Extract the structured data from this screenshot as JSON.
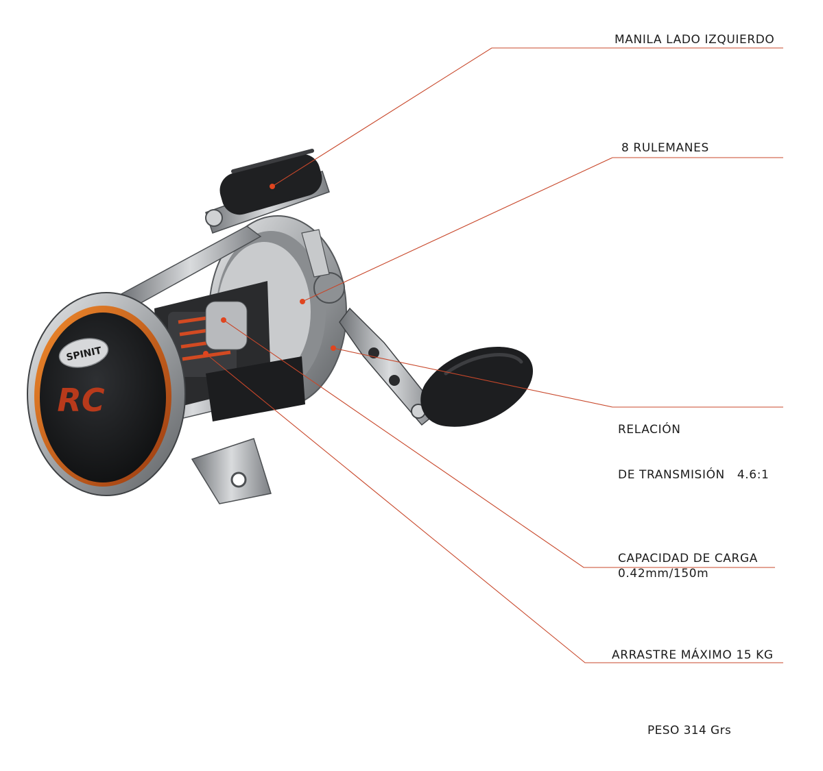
{
  "brand": {
    "logo_text": "SPINIT",
    "model_text": "RC"
  },
  "callouts": [
    {
      "id": "handle-side",
      "lines": [
        "MANILA LADO IZQUIERDO"
      ]
    },
    {
      "id": "bearings",
      "lines": [
        "8 RULEMANES"
      ]
    },
    {
      "id": "gear-ratio",
      "lines": [
        "RELACIÓN",
        "DE TRANSMISIÓN   4.6:1"
      ]
    },
    {
      "id": "line-capacity",
      "lines": [
        "CAPACIDAD DE CARGA",
        "0.42mm/150m"
      ]
    },
    {
      "id": "max-drag",
      "lines": [
        "ARRASTRE MÁXIMO 15 KG"
      ]
    }
  ],
  "weight": {
    "text": "PESO 314 Grs"
  },
  "colors": {
    "leader": "#c8472a",
    "dot": "#e0451f",
    "reel_silver": "#b9bcbf",
    "reel_dark": "#1d1e20",
    "accent_orange": "#e0641c"
  }
}
